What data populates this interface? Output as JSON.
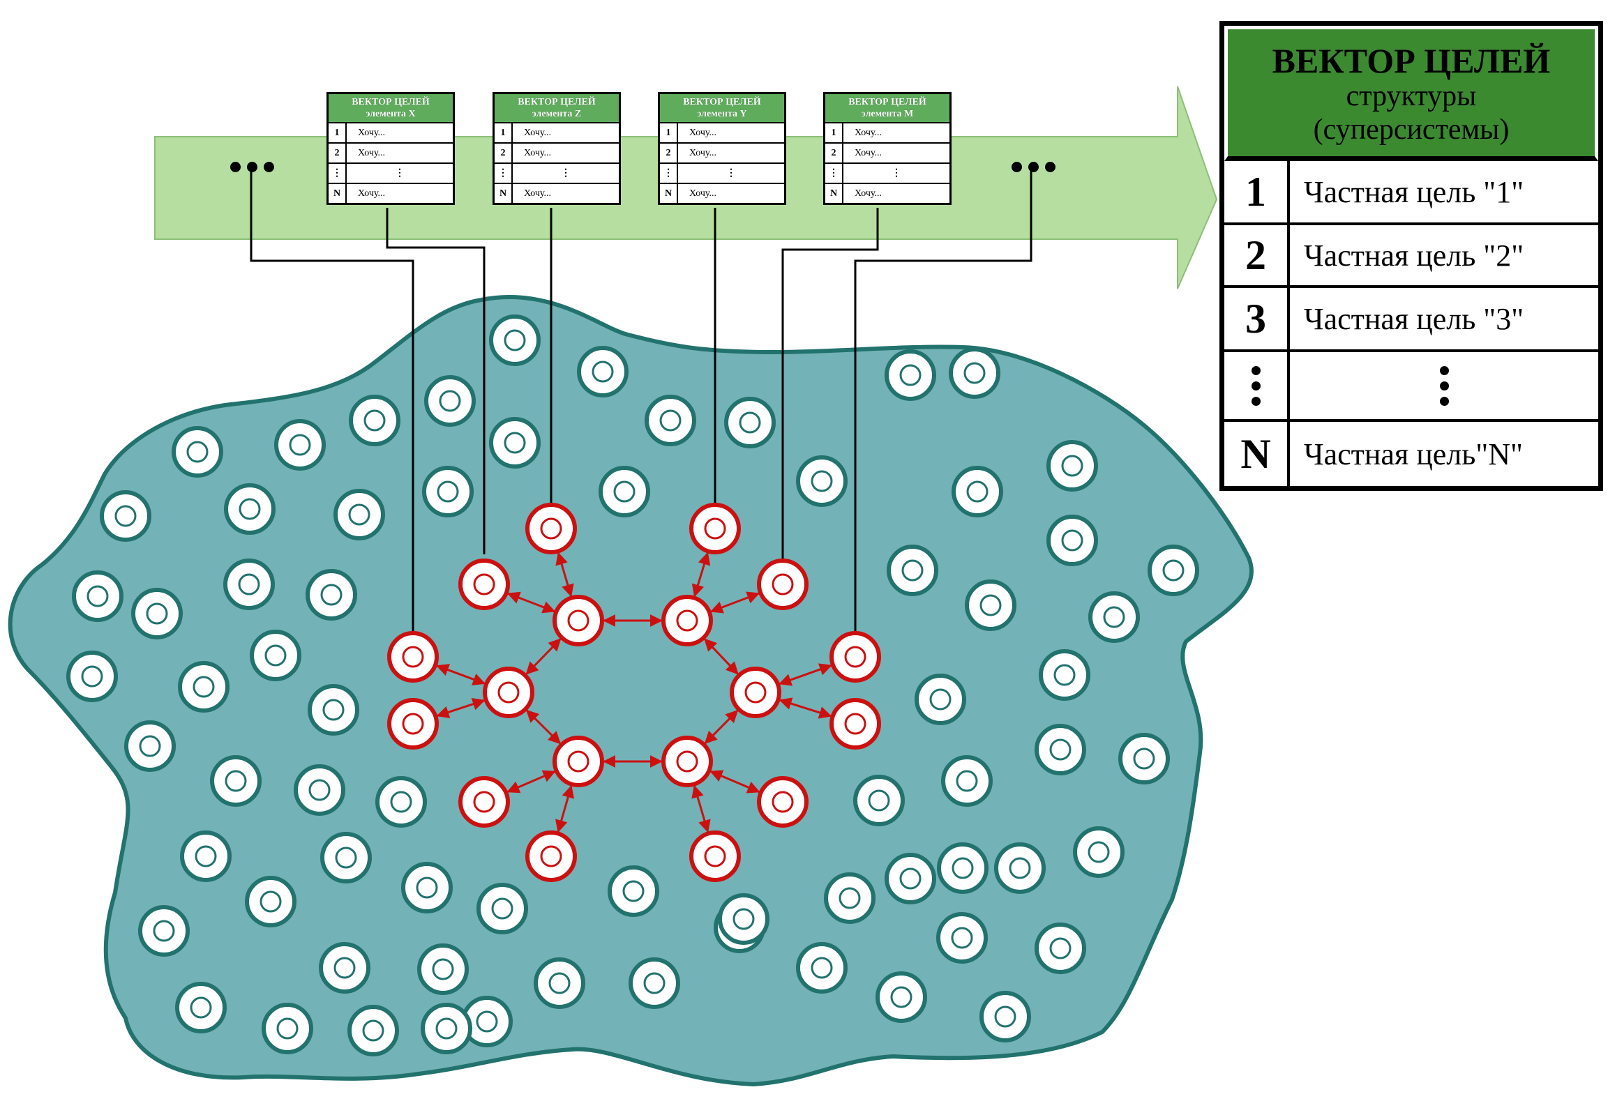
{
  "colors": {
    "arrow_fill": "#b5dea0",
    "blob_fill": "#73b2b6",
    "blob_stroke": "#22726e",
    "node_normal": "#22726e",
    "node_active": "#cc1010",
    "table_header": "#5fad5c",
    "vector_header": "#3b8a30"
  },
  "element_tables": [
    {
      "title": "ВЕКТОР ЦЕЛЕЙ",
      "subtitle": "элемента X",
      "rows": [
        {
          "num": "1",
          "text": "Хочу..."
        },
        {
          "num": "2",
          "text": "Хочу..."
        },
        {
          "num": "⋮",
          "text": "⋮"
        },
        {
          "num": "N",
          "text": "Хочу..."
        }
      ]
    },
    {
      "title": "ВЕКТОР ЦЕЛЕЙ",
      "subtitle": "элемента Z",
      "rows": [
        {
          "num": "1",
          "text": "Хочу..."
        },
        {
          "num": "2",
          "text": "Хочу..."
        },
        {
          "num": "⋮",
          "text": "⋮"
        },
        {
          "num": "N",
          "text": "Хочу..."
        }
      ]
    },
    {
      "title": "ВЕКТОР ЦЕЛЕЙ",
      "subtitle": "элемента Y",
      "rows": [
        {
          "num": "1",
          "text": "Хочу..."
        },
        {
          "num": "2",
          "text": "Хочу..."
        },
        {
          "num": "⋮",
          "text": "⋮"
        },
        {
          "num": "N",
          "text": "Хочу..."
        }
      ]
    },
    {
      "title": "ВЕКТОР ЦЕЛЕЙ",
      "subtitle": "элемента  M",
      "rows": [
        {
          "num": "1",
          "text": "Хочу..."
        },
        {
          "num": "2",
          "text": "Хочу..."
        },
        {
          "num": "⋮",
          "text": "⋮"
        },
        {
          "num": "N",
          "text": "Хочу..."
        }
      ]
    }
  ],
  "vector": {
    "title": "ВЕКТОР ЦЕЛЕЙ",
    "subtitle_line1": "структуры",
    "subtitle_line2": "(суперсистемы)",
    "rows": [
      {
        "num": "1",
        "text": "Частная цель \"1\""
      },
      {
        "num": "2",
        "text": "Частная цель \"2\""
      },
      {
        "num": "3",
        "text": "Частная цель \"3\""
      },
      {
        "num": "",
        "text": ""
      },
      {
        "num": "N",
        "text": "Частная цель\"N\""
      }
    ]
  }
}
